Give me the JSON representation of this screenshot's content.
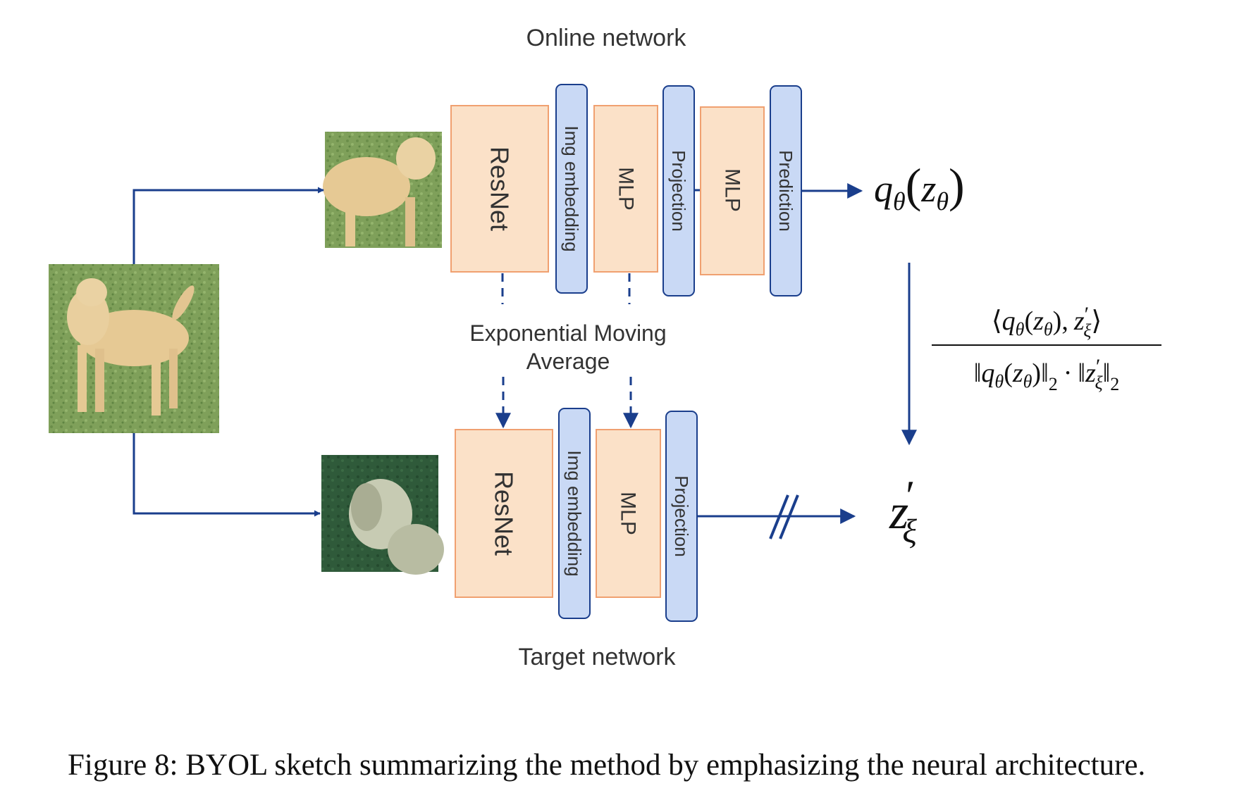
{
  "online": {
    "title": "Online network",
    "blocks": {
      "resnet": "ResNet",
      "img_embedding": "Img embedding",
      "mlp1": "MLP",
      "projection": "Projection",
      "mlp2": "MLP",
      "prediction": "Prediction"
    },
    "output": {
      "q": "q",
      "theta": "θ",
      "z": "z",
      "open": "(",
      "close": ")"
    }
  },
  "ema": {
    "line1": "Exponential Moving",
    "line2": "Average"
  },
  "target": {
    "title": "Target network",
    "blocks": {
      "resnet": "ResNet",
      "img_embedding": "Img embedding",
      "mlp": "MLP",
      "projection": "Projection"
    },
    "output": {
      "z": "z",
      "prime": "′",
      "xi": "ξ"
    }
  },
  "formula": {
    "numerator": {
      "lang": "⟨",
      "q": "q",
      "theta": "θ",
      "open": "(",
      "z": "z",
      "close": ")",
      "comma": ",",
      "z2": "z",
      "prime": "′",
      "xi": "ξ",
      "rang": "⟩"
    },
    "denominator": {
      "bars": "‖",
      "q": "q",
      "theta": "θ",
      "open": "(",
      "z": "z",
      "close": ")",
      "two": "2",
      "dot": "·",
      "z2": "z",
      "prime": "′",
      "xi": "ξ"
    }
  },
  "caption": "Figure 8: BYOL sketch summarizing the method by emphasizing the neural architecture.",
  "colors": {
    "arrow": "#1a3e8c",
    "orange_fill": "#fbe1c8",
    "orange_stroke": "#f0a070",
    "blue_fill": "#c9d9f5",
    "blue_stroke": "#1a3e8c",
    "text": "#333333"
  }
}
